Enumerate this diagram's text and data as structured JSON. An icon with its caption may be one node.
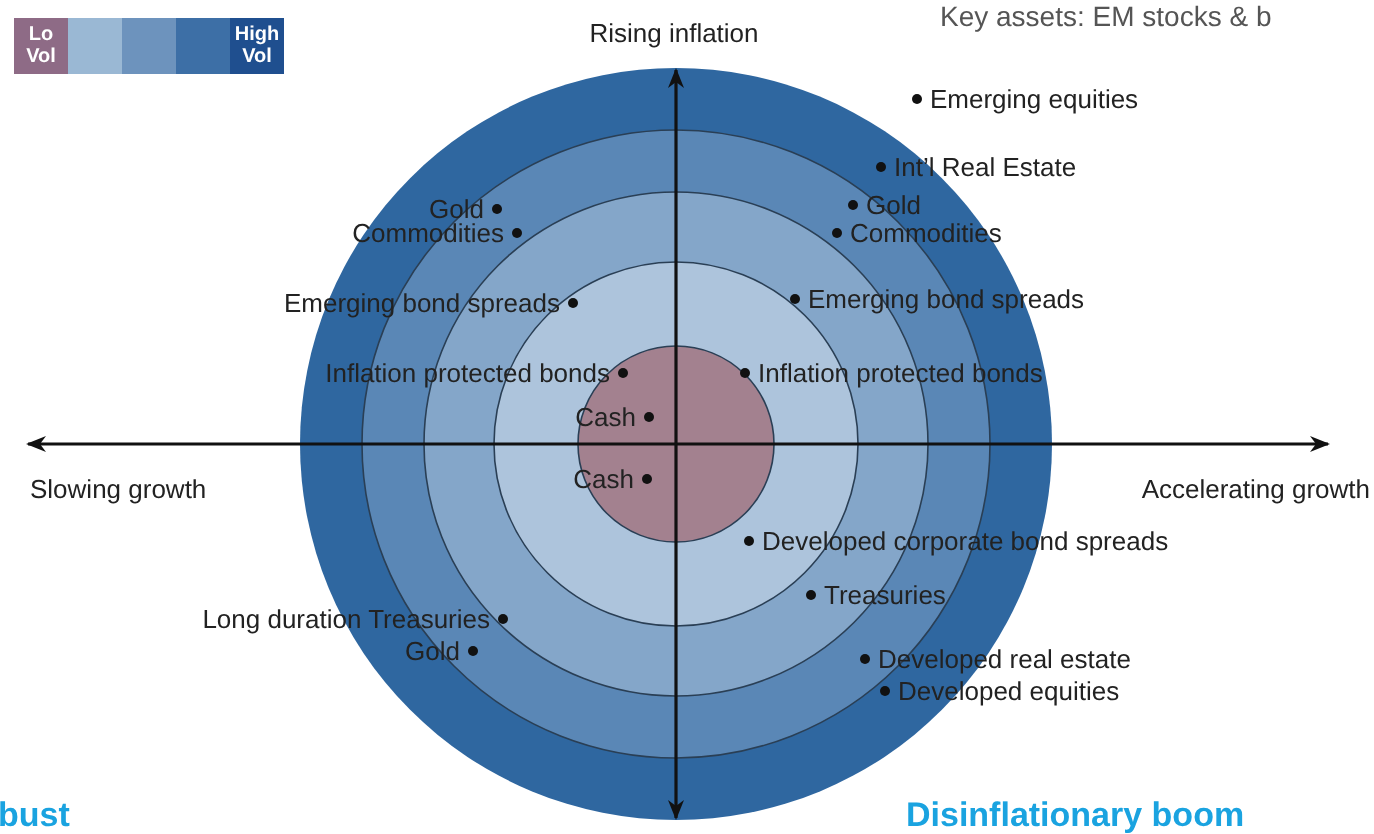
{
  "diagram": {
    "labels": [
      "Key assets: EM stocks & b",
      "Rising inflation",
      "Emerging equities",
      "Int’l Real Estate",
      "Gold",
      "Gold",
      "Commodities",
      "Commodities",
      "Emerging bond spreads",
      "Emerging bond spreads",
      "Inflation protected bonds",
      "Inflation protected bonds",
      "Cash",
      "Slowing growth",
      "Accelerating growth",
      "Cash",
      "Developed corporate bond spreads",
      "Treasuries",
      "Long duration Treasuries",
      "Gold",
      "Developed real estate",
      "Developed equities",
      "bust",
      "Disinflationary boom"
    ],
    "legend": [
      {
        "text": "Lo Vol",
        "color": "#8e6b86"
      },
      {
        "text": "High Vol",
        "color": "#1f4f8f"
      }
    ]
  }
}
